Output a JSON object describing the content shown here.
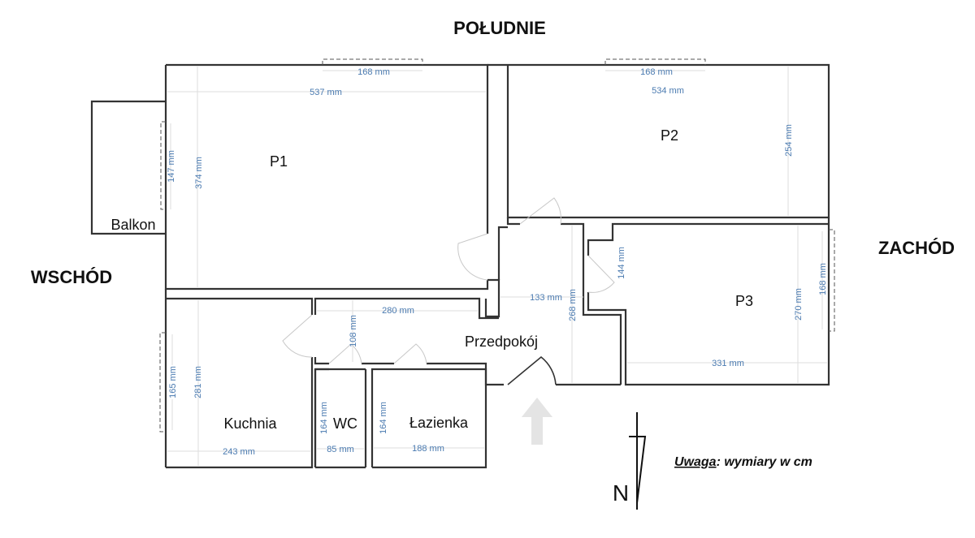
{
  "compass": {
    "south": "POŁUDNIE",
    "west": "ZACHÓD",
    "east": "WSCHÓD",
    "north": "N"
  },
  "rooms": {
    "p1": "P1",
    "p2": "P2",
    "p3": "P3",
    "balcony": "Balkon",
    "kitchen": "Kuchnia",
    "wc": "WC",
    "bathroom": "Łazienka",
    "hall": "Przedpokój"
  },
  "dimensions": {
    "p1_window": "168 mm",
    "p1_width": "537 mm",
    "p1_height": "374 mm",
    "balcony_window": "147 mm",
    "p2_window": "168 mm",
    "p2_width": "534 mm",
    "p2_height": "254 mm",
    "p3_window": "168 mm",
    "p3_width": "331 mm",
    "p3_height": "270 mm",
    "p3_door": "144 mm",
    "hall_width": "133 mm",
    "hall_height": "268 mm",
    "corridor_width": "280 mm",
    "corridor_height": "108 mm",
    "kitchen_window": "165 mm",
    "kitchen_height": "281 mm",
    "kitchen_width": "243 mm",
    "wc_height": "164 mm",
    "wc_width": "85 mm",
    "bath_height": "164 mm",
    "bath_width": "188 mm"
  },
  "note": {
    "label": "Uwaga",
    "text": ": wymiary w cm"
  },
  "colors": {
    "dimension": "#4a7ab0",
    "wall": "#333333"
  }
}
